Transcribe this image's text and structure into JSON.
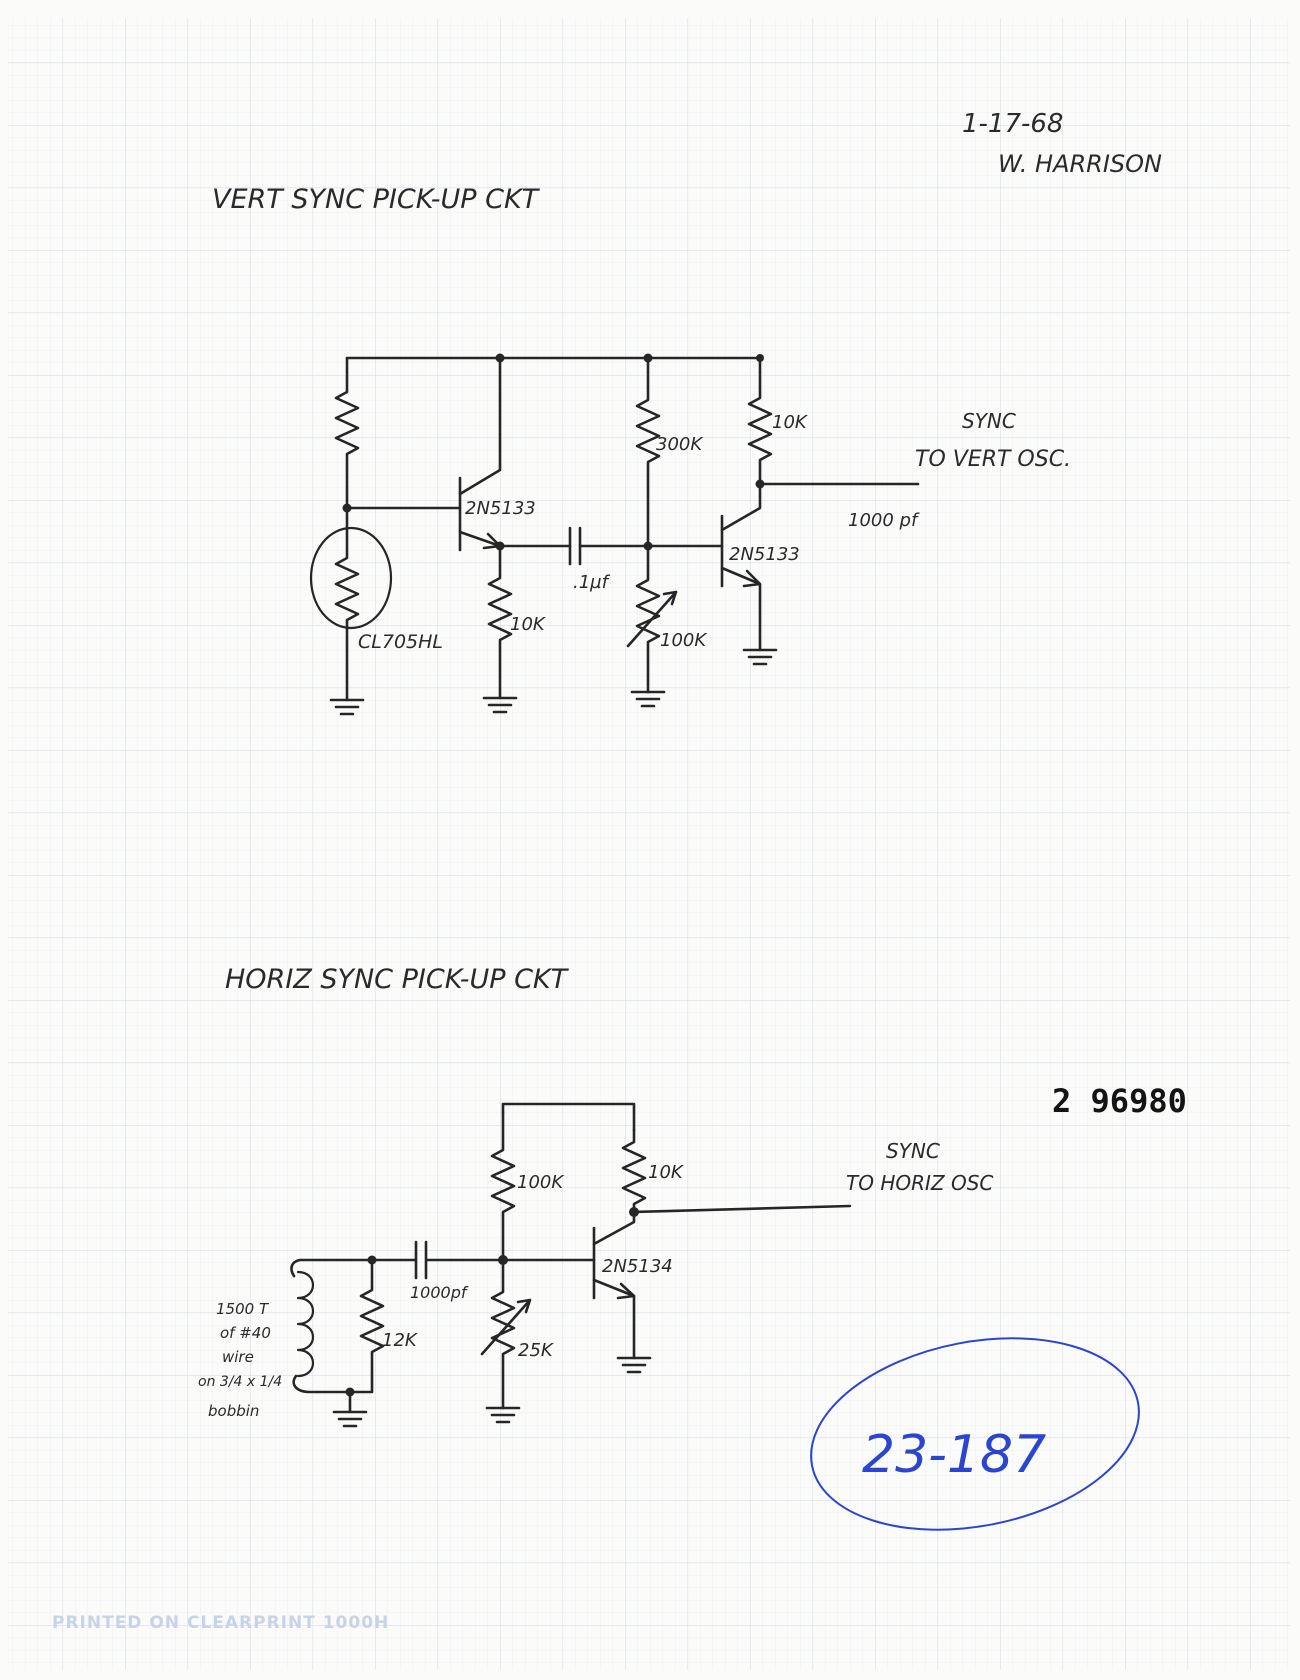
{
  "header": {
    "date": "1-17-68",
    "author": "W. HARRISON"
  },
  "vert_circuit": {
    "title": "VERT SYNC PICK-UP CKT",
    "labels": {
      "photocell": "CL705HL",
      "transistor_1": "2N5133",
      "transistor_2": "2N5133",
      "emitter_resistor": "10K",
      "coupling_capacitor": ".1µf",
      "bias_resistor": "300K",
      "pot": "100K",
      "collector_resistor": "10K",
      "output_cap": "1000 pf",
      "sync_label": "SYNC",
      "dest_label": "TO VERT OSC."
    }
  },
  "horiz_circuit": {
    "title": "HORIZ SYNC PICK-UP CKT",
    "labels": {
      "coil_line1": "1500 T",
      "coil_line2": "of #40",
      "coil_line3": "wire",
      "coil_line4": "on 3/4 x 1/4",
      "coil_line5": "bobbin",
      "shunt_resistor": "12K",
      "coupling_capacitor": "1000pf",
      "bias_resistor": "100K",
      "pot": "25K",
      "collector_resistor": "10K",
      "transistor": "2N5134",
      "sync_label": "SYNC",
      "dest_label": "TO HORIZ OSC"
    }
  },
  "stamp_number": "2 96980",
  "handwritten_number": "23-187",
  "footer_text": "PRINTED ON CLEARPRINT 1000H",
  "colors": {
    "paper": "#ffffff",
    "grid": "#dfe6f2",
    "ink": "#262626",
    "blue_ink": "#2c45cf"
  }
}
